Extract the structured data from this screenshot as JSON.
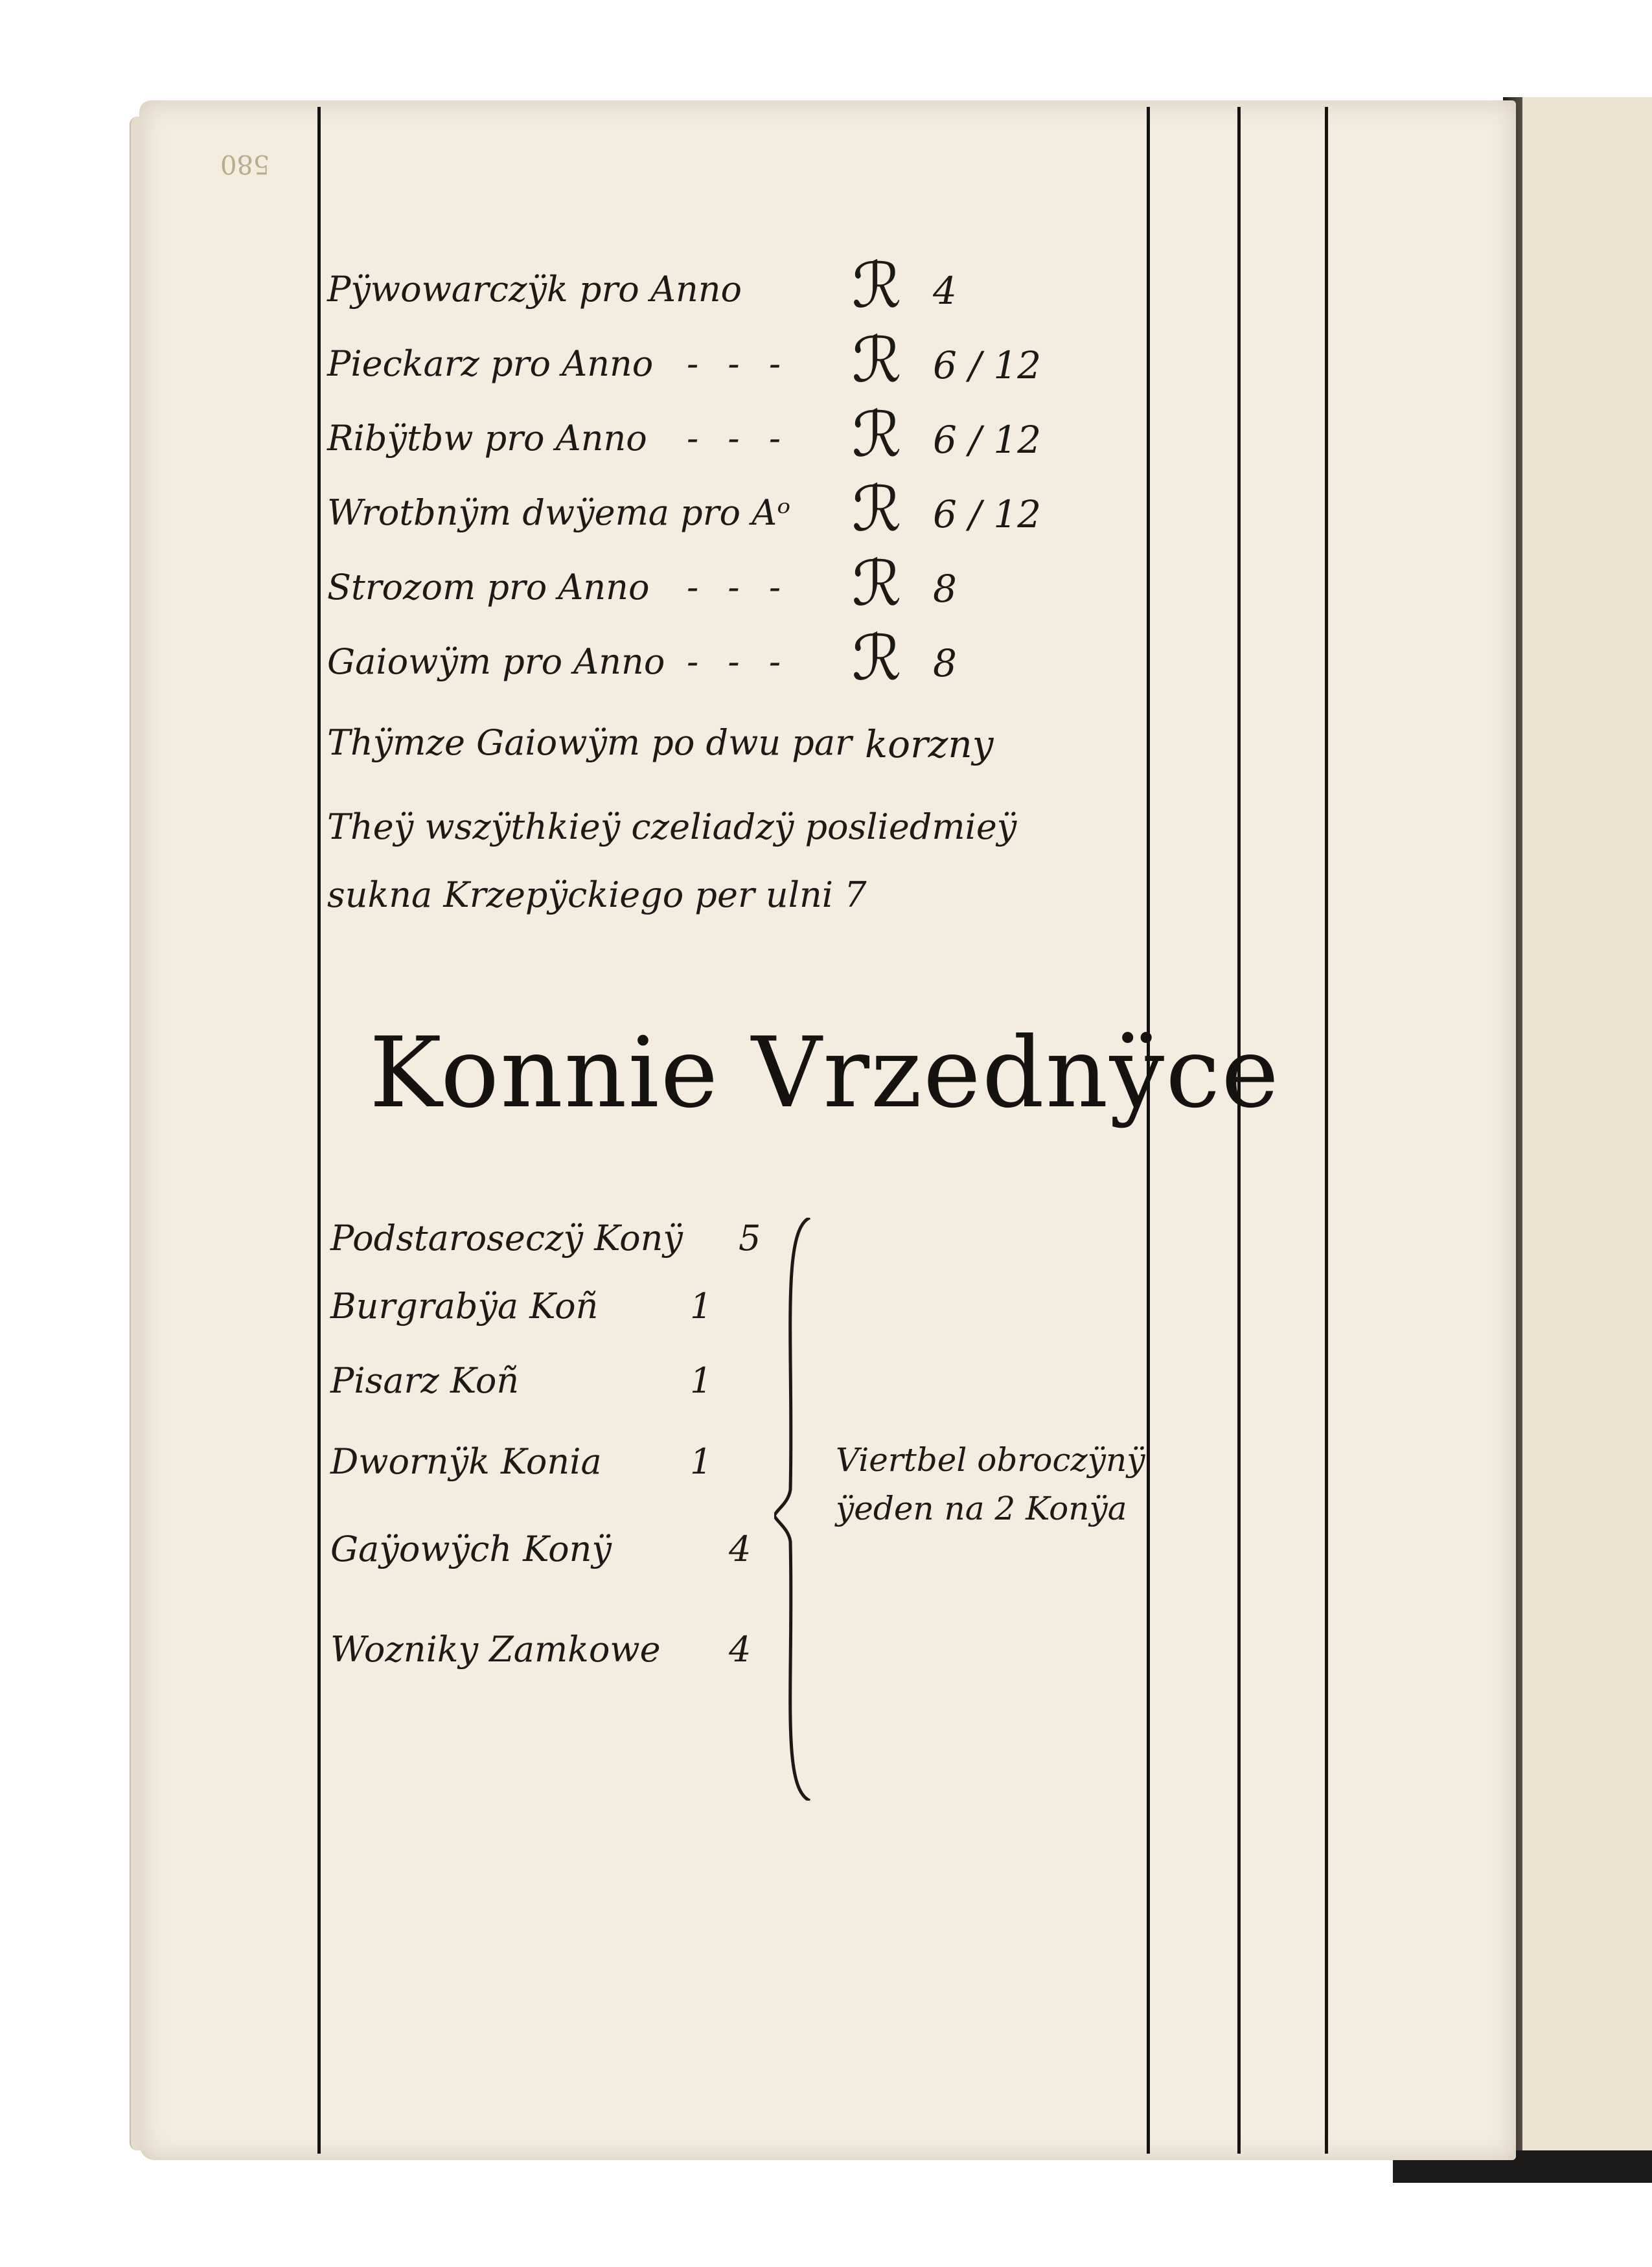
{
  "page": {
    "folio": "580",
    "entries": [
      {
        "label": "Pÿwowarczÿk pro Anno",
        "dashes": "",
        "currency": "ℛ",
        "amount": "4"
      },
      {
        "label": "Pieckarz pro Anno",
        "dashes": "- - -",
        "currency": "ℛ",
        "amount": "6 / 12"
      },
      {
        "label": "Ribÿtbw pro Anno",
        "dashes": "- - -",
        "currency": "ℛ",
        "amount": "6 / 12"
      },
      {
        "label": "Wrotbnÿm dwÿema pro Aᵒ",
        "dashes": "",
        "currency": "ℛ",
        "amount": "6 / 12"
      },
      {
        "label": "Strozom pro Anno",
        "dashes": "- - -",
        "currency": "ℛ",
        "amount": "8"
      },
      {
        "label": "Gaiowÿm pro Anno",
        "dashes": "- - -",
        "currency": "ℛ",
        "amount": "8"
      },
      {
        "label": "Thÿmze Gaiowÿm po dwu par",
        "dashes": "",
        "currency": "",
        "amount": "korzny"
      }
    ],
    "cloth_line1": "Theÿ wszÿthkieÿ czeliadzÿ posliedmieÿ",
    "cloth_line2": "sukna Krzepÿckiego per ulni 7",
    "heading": "Konnie Vrzednÿce",
    "horses": [
      {
        "label": "Podstaroseczÿ Konÿ",
        "count": "5"
      },
      {
        "label": "Burgrabÿa Koñ",
        "count": "1"
      },
      {
        "label": "Pisarz Koñ",
        "count": "1"
      },
      {
        "label": "Dwornÿk Konia",
        "count": "1"
      },
      {
        "label": "Gaÿowÿch Konÿ",
        "count": "4"
      },
      {
        "label": "Wozniky Zamkowe",
        "count": "4"
      }
    ],
    "note_line1": "Viertbel obroczÿnÿ",
    "note_line2": "ÿeden na 2 Konÿa"
  }
}
